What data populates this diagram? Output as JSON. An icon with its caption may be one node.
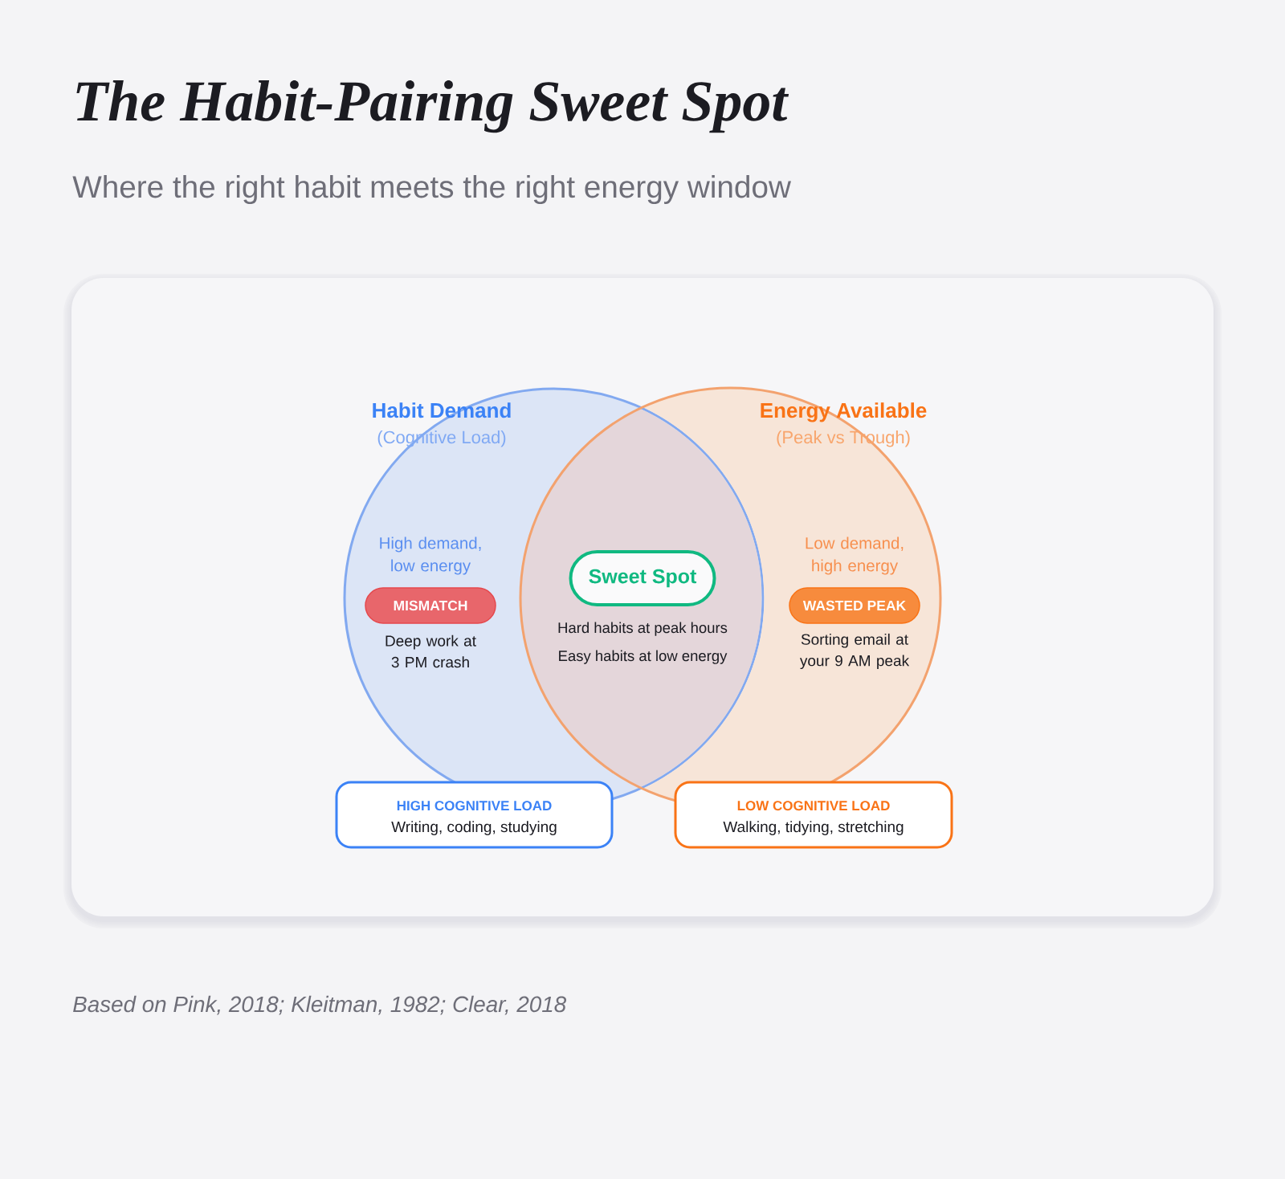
{
  "diagram": {
    "title": "The Habit-Pairing Sweet Spot",
    "caption": "Based on Pink, 2018; Kleitman, 1982; Clear, 2018",
    "nodes": [
      {
        "text": [
          "Habit Demand",
          "(Cognitive Load)"
        ]
      },
      {
        "text": [
          "Energy Available",
          "(Peak vs Trough)"
        ]
      },
      {
        "text": [
          "MISMATCH"
        ],
        "in": 0,
        "beside": [
          "High demand, low energy",
          "Deep work at 3 PM crash"
        ]
      },
      {
        "text": [
          "Sweet Spot"
        ],
        "beside": [
          "Hard habits at peak hours",
          "Easy habits at low energy"
        ]
      },
      {
        "text": [
          "WASTED PEAK"
        ],
        "in": 1,
        "beside": [
          "Low demand, high energy",
          "Sorting email at your 9 AM peak"
        ]
      },
      {
        "text": [
          "HIGH COGNITIVE LOAD",
          "Writing, coding, studying"
        ]
      },
      {
        "text": [
          "LOW COGNITIVE LOAD",
          "Walking, tidying, stretching"
        ]
      }
    ],
    "labels": [
      "Where the right habit meets the right energy window"
    ]
  }
}
